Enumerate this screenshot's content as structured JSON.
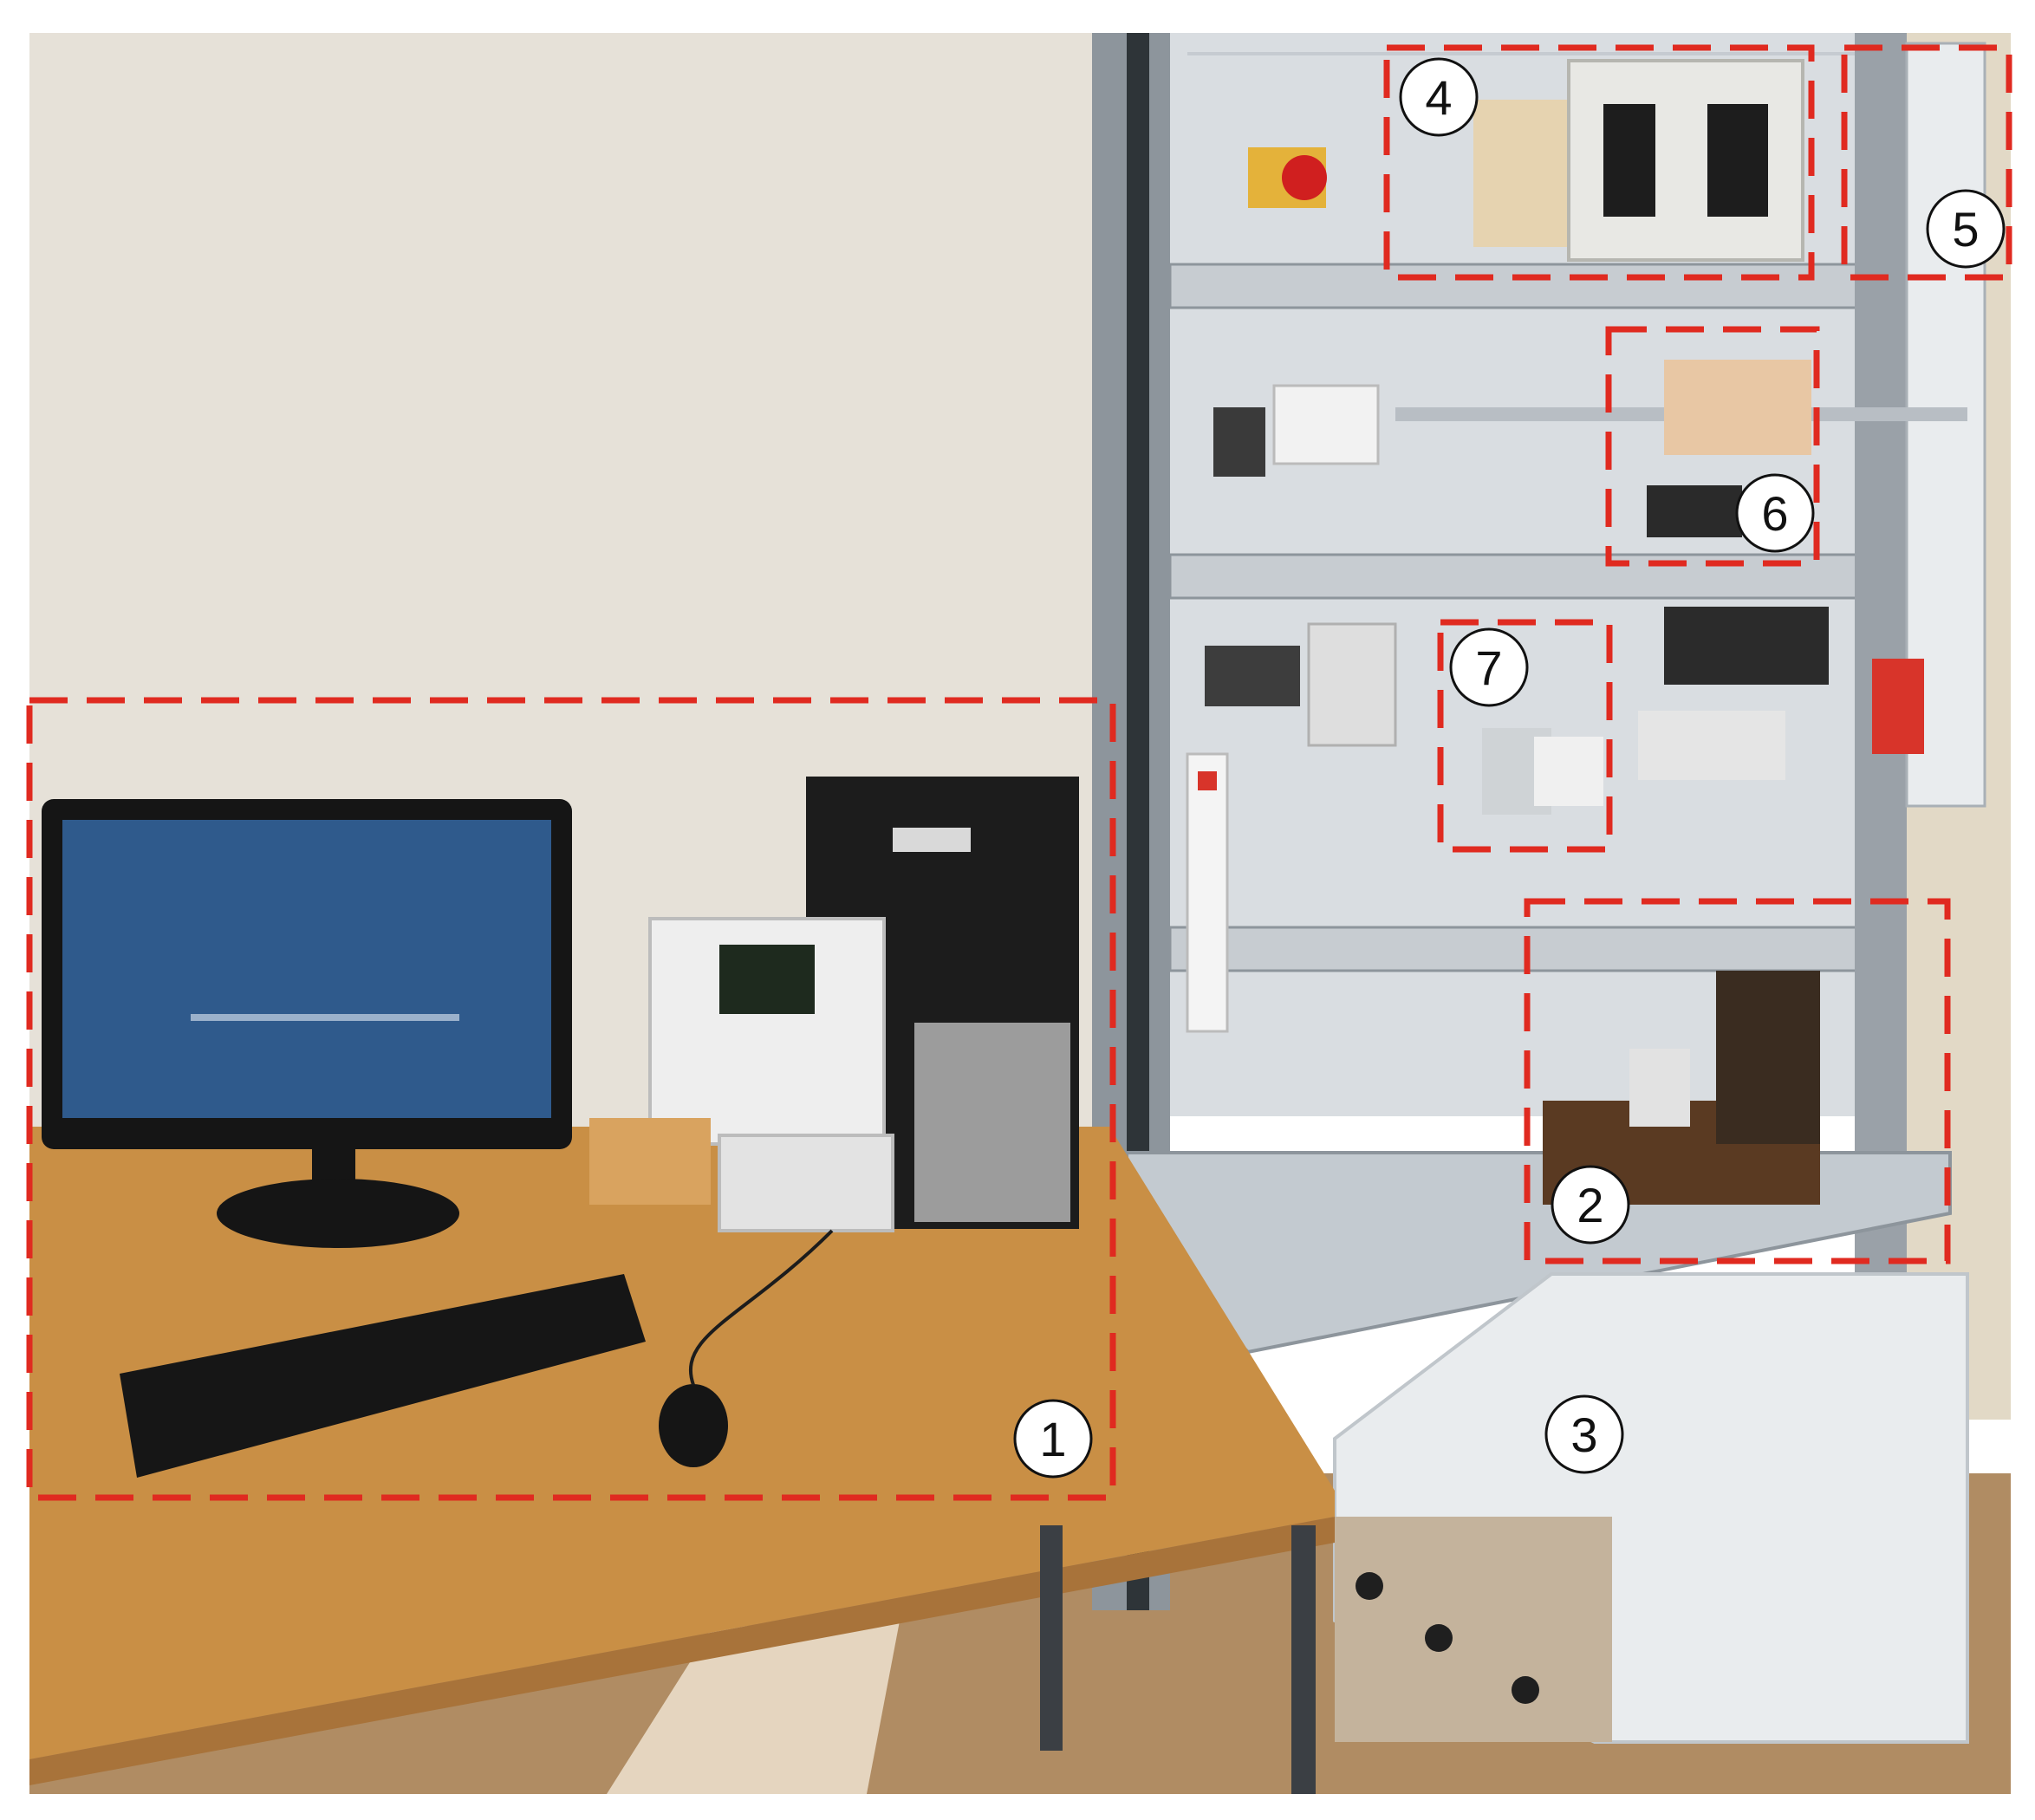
{
  "photo": {
    "colors": {
      "wall": "#e6e1d8",
      "table_top": "#c98f45",
      "cabinet_panel": "#d9dde1",
      "cabinet_frame": "#8d959c",
      "monitor_screen": "#2f5a8c",
      "pc_tower": "#1c1c1c",
      "floor": "#b08c63",
      "highlight": "#e02a20",
      "badge_fill": "#ffffff"
    }
  },
  "regions": [
    {
      "id": "1",
      "label": "1"
    },
    {
      "id": "2",
      "label": "2"
    },
    {
      "id": "3",
      "label": "3"
    },
    {
      "id": "4",
      "label": "4"
    },
    {
      "id": "5",
      "label": "5"
    },
    {
      "id": "6",
      "label": "6"
    },
    {
      "id": "7",
      "label": "7"
    }
  ]
}
